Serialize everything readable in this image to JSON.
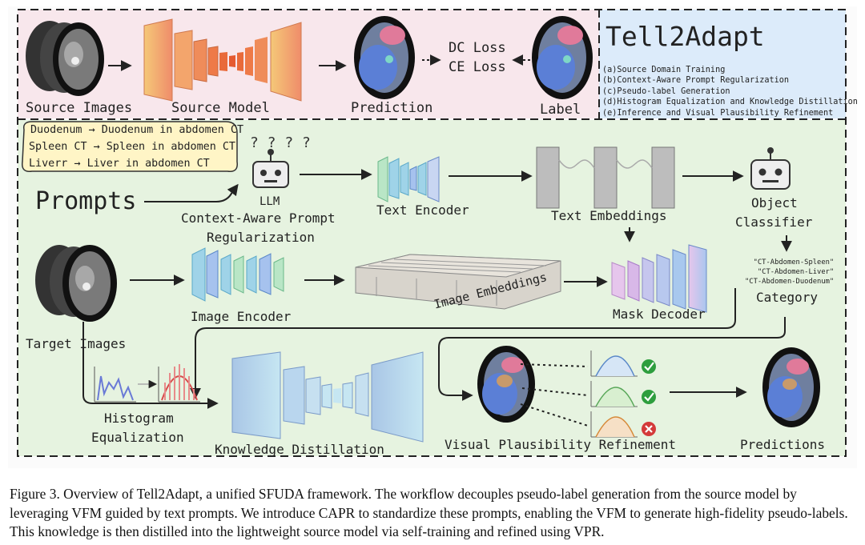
{
  "header": {
    "brand": "Tell2Adapt",
    "legend": [
      "(a)Source Domain Training",
      "(b)Context-Aware Prompt Regularization",
      "(c)Pseudo-label Generation",
      "(d)Histogram Equalization and Knowledge Distillation",
      "(e)Inference and Visual Plausibility Refinement"
    ]
  },
  "top_panel": {
    "source_images": "Source Images",
    "source_model": "Source Model",
    "prediction": "Prediction",
    "dc_loss": "DC Loss",
    "ce_loss": "CE Loss",
    "label": "Label"
  },
  "prompt_examples": [
    {
      "raw": "Duodenum",
      "arrow": "→",
      "refined": "Duodenum in abdomen CT"
    },
    {
      "raw": "Spleen CT",
      "arrow": "→",
      "refined": "Spleen in abdomen CT"
    },
    {
      "raw": "Liverr",
      "arrow": "→",
      "refined": "Liver in abdomen CT"
    }
  ],
  "bottom_panel": {
    "prompts": "Prompts",
    "llm": "LLM",
    "capr_line1": "Context-Aware Prompt",
    "capr_line2": "Regularization",
    "text_encoder": "Text Encoder",
    "text_embeddings": "Text Embeddings",
    "object_classifier_line1": "Object",
    "object_classifier_line2": "Classifier",
    "categories": [
      "\"CT-Abdomen-Spleen\"",
      "\"CT-Abdomen-Liver\"",
      "\"CT-Abdomen-Duodenum\""
    ],
    "category": "Category",
    "image_encoder": "Image Encoder",
    "image_embeddings": "Image Embeddings",
    "mask_decoder": "Mask Decoder",
    "target_images": "Target Images",
    "histogram_line1": "Histogram",
    "histogram_line2": "Equalization",
    "knowledge_distillation": "Knowledge Distillation",
    "vpr": "Visual Plausibility Refinement",
    "predictions": "Predictions"
  },
  "caption": "Figure 3. Overview of Tell2Adapt, a unified SFUDA framework. The workflow decouples pseudo-label generation from the source model by leveraging VFM guided by text prompts. We introduce CAPR to standardize these prompts, enabling the VFM to generate high-fidelity pseudo-labels. This knowledge is then distilled into the lightweight source model via self-training and refined using VPR.",
  "colors": {
    "top_bg": "#f8e7ec",
    "legend_bg": "#dcebfa",
    "bottom_bg": "#e6f3e0",
    "source_model": "#f0a070",
    "encoder": "#9fd3e8",
    "decoder": "#d8b8e8",
    "check": "#2e9e3e",
    "cross": "#d43a3a"
  }
}
